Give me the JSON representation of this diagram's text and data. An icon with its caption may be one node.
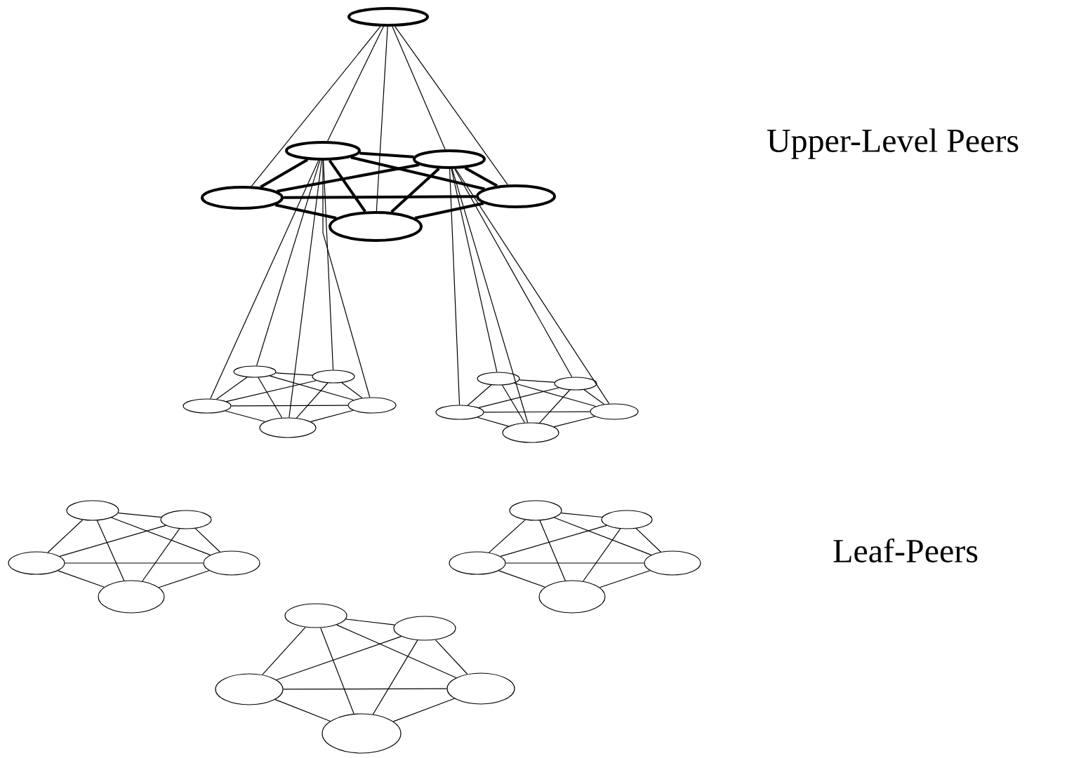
{
  "diagram": {
    "nodes": [
      {
        "text": [],
        "shape": "ellipse"
      },
      {
        "text": [],
        "shape": "ellipse"
      },
      {
        "text": [],
        "shape": "ellipse"
      },
      {
        "text": [],
        "shape": "ellipse"
      },
      {
        "text": [],
        "shape": "ellipse"
      },
      {
        "text": [],
        "shape": "ellipse"
      },
      {
        "text": [],
        "shape": "ellipse"
      },
      {
        "text": [],
        "shape": "ellipse"
      },
      {
        "text": [],
        "shape": "ellipse"
      },
      {
        "text": [],
        "shape": "ellipse"
      },
      {
        "text": [],
        "shape": "ellipse"
      },
      {
        "text": [],
        "shape": "ellipse"
      },
      {
        "text": [],
        "shape": "ellipse"
      },
      {
        "text": [],
        "shape": "ellipse"
      },
      {
        "text": [],
        "shape": "ellipse"
      },
      {
        "text": [],
        "shape": "ellipse"
      },
      {
        "text": [],
        "shape": "ellipse"
      },
      {
        "text": [],
        "shape": "ellipse"
      },
      {
        "text": [],
        "shape": "ellipse"
      },
      {
        "text": [],
        "shape": "ellipse"
      },
      {
        "text": [],
        "shape": "ellipse"
      },
      {
        "text": [],
        "shape": "ellipse"
      },
      {
        "text": [],
        "shape": "ellipse"
      },
      {
        "text": [],
        "shape": "ellipse"
      },
      {
        "text": [],
        "shape": "ellipse"
      },
      {
        "text": [],
        "shape": "ellipse"
      },
      {
        "text": [],
        "shape": "ellipse"
      },
      {
        "text": [],
        "shape": "ellipse"
      },
      {
        "text": [],
        "shape": "ellipse"
      },
      {
        "text": [],
        "shape": "ellipse"
      },
      {
        "text": [],
        "shape": "ellipse"
      }
    ],
    "edges": [
      {
        "from": 0,
        "to": 1,
        "arrow": "none"
      },
      {
        "from": 0,
        "to": 2,
        "arrow": "none"
      },
      {
        "from": 0,
        "to": 3,
        "arrow": "none"
      },
      {
        "from": 0,
        "to": 4,
        "arrow": "none"
      },
      {
        "from": 0,
        "to": 5,
        "arrow": "none"
      },
      {
        "from": 1,
        "to": 2,
        "arrow": "none",
        "style": "thick"
      },
      {
        "from": 1,
        "to": 3,
        "arrow": "none",
        "style": "thick"
      },
      {
        "from": 1,
        "to": 4,
        "arrow": "none",
        "style": "thick"
      },
      {
        "from": 1,
        "to": 5,
        "arrow": "none",
        "style": "thick"
      },
      {
        "from": 2,
        "to": 3,
        "arrow": "none",
        "style": "thick"
      },
      {
        "from": 2,
        "to": 4,
        "arrow": "none",
        "style": "thick"
      },
      {
        "from": 2,
        "to": 5,
        "arrow": "none",
        "style": "thick"
      },
      {
        "from": 3,
        "to": 4,
        "arrow": "none",
        "style": "thick"
      },
      {
        "from": 3,
        "to": 5,
        "arrow": "none",
        "style": "thick"
      },
      {
        "from": 4,
        "to": 5,
        "arrow": "none",
        "style": "thick"
      },
      {
        "from": 1,
        "to": 6,
        "arrow": "none"
      },
      {
        "from": 1,
        "to": 7,
        "arrow": "none"
      },
      {
        "from": 1,
        "to": 8,
        "arrow": "none"
      },
      {
        "from": 1,
        "to": 9,
        "arrow": "none"
      },
      {
        "from": 1,
        "to": 10,
        "arrow": "none"
      },
      {
        "from": 2,
        "to": 11,
        "arrow": "none"
      },
      {
        "from": 2,
        "to": 12,
        "arrow": "none"
      },
      {
        "from": 2,
        "to": 13,
        "arrow": "none"
      },
      {
        "from": 2,
        "to": 14,
        "arrow": "none"
      },
      {
        "from": 2,
        "to": 15,
        "arrow": "none"
      },
      {
        "from": 6,
        "to": 7,
        "arrow": "none"
      },
      {
        "from": 6,
        "to": 8,
        "arrow": "none"
      },
      {
        "from": 6,
        "to": 9,
        "arrow": "none"
      },
      {
        "from": 6,
        "to": 10,
        "arrow": "none"
      },
      {
        "from": 7,
        "to": 8,
        "arrow": "none"
      },
      {
        "from": 7,
        "to": 9,
        "arrow": "none"
      },
      {
        "from": 7,
        "to": 10,
        "arrow": "none"
      },
      {
        "from": 8,
        "to": 9,
        "arrow": "none"
      },
      {
        "from": 8,
        "to": 10,
        "arrow": "none"
      },
      {
        "from": 9,
        "to": 10,
        "arrow": "none"
      },
      {
        "from": 11,
        "to": 12,
        "arrow": "none"
      },
      {
        "from": 11,
        "to": 13,
        "arrow": "none"
      },
      {
        "from": 11,
        "to": 14,
        "arrow": "none"
      },
      {
        "from": 11,
        "to": 15,
        "arrow": "none"
      },
      {
        "from": 12,
        "to": 13,
        "arrow": "none"
      },
      {
        "from": 12,
        "to": 14,
        "arrow": "none"
      },
      {
        "from": 12,
        "to": 15,
        "arrow": "none"
      },
      {
        "from": 13,
        "to": 14,
        "arrow": "none"
      },
      {
        "from": 13,
        "to": 15,
        "arrow": "none"
      },
      {
        "from": 14,
        "to": 15,
        "arrow": "none"
      },
      {
        "from": 16,
        "to": 17,
        "arrow": "none"
      },
      {
        "from": 16,
        "to": 18,
        "arrow": "none"
      },
      {
        "from": 16,
        "to": 19,
        "arrow": "none"
      },
      {
        "from": 16,
        "to": 20,
        "arrow": "none"
      },
      {
        "from": 17,
        "to": 18,
        "arrow": "none"
      },
      {
        "from": 17,
        "to": 19,
        "arrow": "none"
      },
      {
        "from": 17,
        "to": 20,
        "arrow": "none"
      },
      {
        "from": 18,
        "to": 19,
        "arrow": "none"
      },
      {
        "from": 18,
        "to": 20,
        "arrow": "none"
      },
      {
        "from": 19,
        "to": 20,
        "arrow": "none"
      },
      {
        "from": 21,
        "to": 22,
        "arrow": "none"
      },
      {
        "from": 21,
        "to": 23,
        "arrow": "none"
      },
      {
        "from": 21,
        "to": 24,
        "arrow": "none"
      },
      {
        "from": 21,
        "to": 25,
        "arrow": "none"
      },
      {
        "from": 22,
        "to": 23,
        "arrow": "none"
      },
      {
        "from": 22,
        "to": 24,
        "arrow": "none"
      },
      {
        "from": 22,
        "to": 25,
        "arrow": "none"
      },
      {
        "from": 23,
        "to": 24,
        "arrow": "none"
      },
      {
        "from": 23,
        "to": 25,
        "arrow": "none"
      },
      {
        "from": 24,
        "to": 25,
        "arrow": "none"
      },
      {
        "from": 26,
        "to": 27,
        "arrow": "none"
      },
      {
        "from": 26,
        "to": 28,
        "arrow": "none"
      },
      {
        "from": 26,
        "to": 29,
        "arrow": "none"
      },
      {
        "from": 26,
        "to": 30,
        "arrow": "none"
      },
      {
        "from": 27,
        "to": 28,
        "arrow": "none"
      },
      {
        "from": 27,
        "to": 29,
        "arrow": "none"
      },
      {
        "from": 27,
        "to": 30,
        "arrow": "none"
      },
      {
        "from": 28,
        "to": 29,
        "arrow": "none"
      },
      {
        "from": 28,
        "to": 30,
        "arrow": "none"
      },
      {
        "from": 29,
        "to": 30,
        "arrow": "none"
      }
    ],
    "labels": [
      "Upper-Level Peers",
      "Leaf-Peers"
    ]
  }
}
